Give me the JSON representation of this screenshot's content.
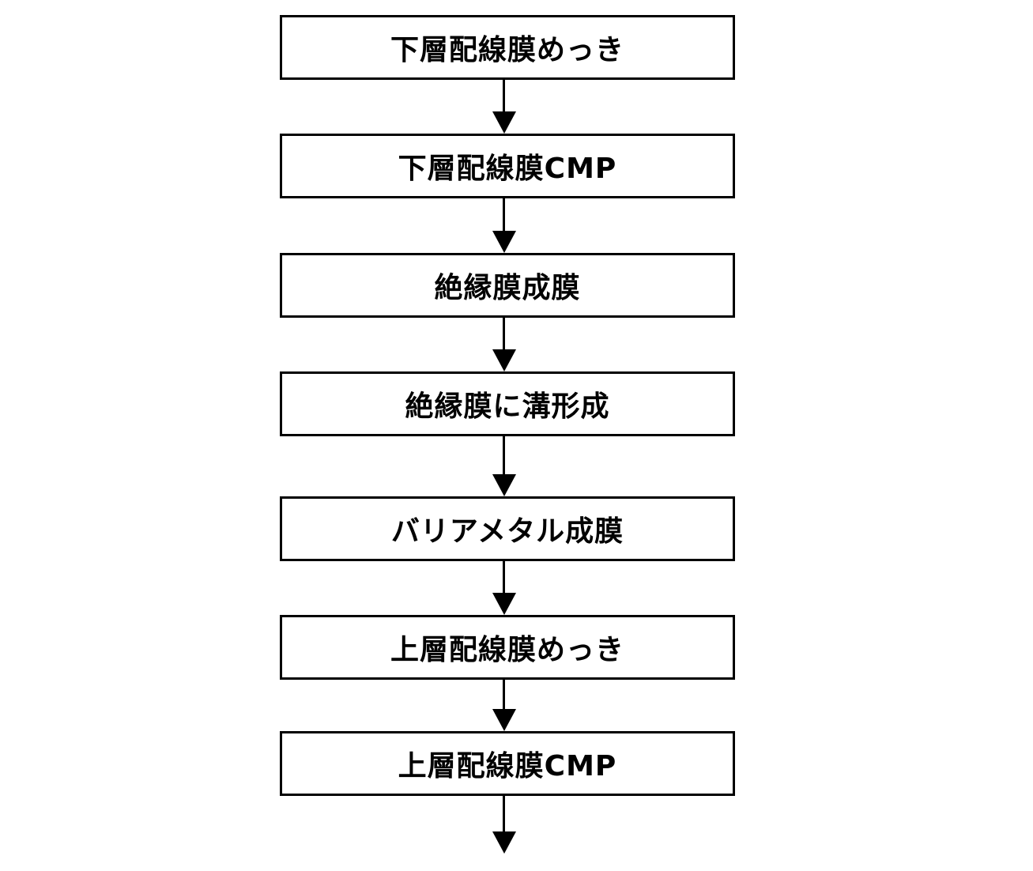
{
  "flowchart": {
    "steps": [
      {
        "label": "下層配線膜めっき"
      },
      {
        "label": "下層配線膜CMP"
      },
      {
        "label": "絶縁膜成膜"
      },
      {
        "label": "絶縁膜に溝形成"
      },
      {
        "label": "バリアメタル成膜"
      },
      {
        "label": "上層配線膜めっき"
      },
      {
        "label": "上層配線膜CMP"
      }
    ],
    "colors": {
      "line": "#000000",
      "background": "#ffffff"
    }
  }
}
